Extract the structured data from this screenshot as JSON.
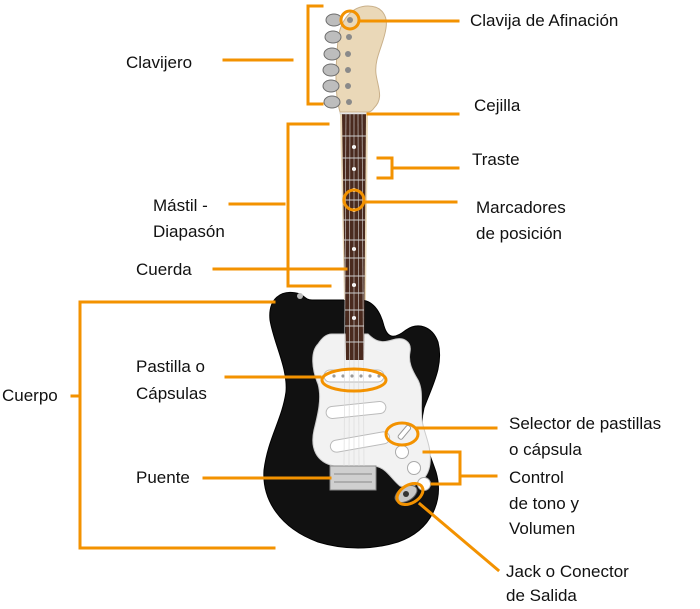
{
  "labels": {
    "clavija": "Clavija de Afinación",
    "clavijero": "Clavijero",
    "cejilla": "Cejilla",
    "traste": "Traste",
    "mastil_l1": "Mástil -",
    "mastil_l2": "Diapasón",
    "marcadores_l1": "Marcadores",
    "marcadores_l2": "de posición",
    "cuerda": "Cuerda",
    "cuerpo": "Cuerpo",
    "pastilla_l1": "Pastilla o",
    "pastilla_l2": "Cápsulas",
    "selector_l1": "Selector de pastillas",
    "selector_l2": "o cápsula",
    "control_l1": "Control",
    "control_l2": "de tono y",
    "control_l3": "Volumen",
    "puente": "Puente",
    "jack_l1": "Jack o Conector",
    "jack_l2": "de Salida"
  },
  "colors": {
    "accent": "#f39200",
    "body": "#111111",
    "pickguard": "#f2f2f2",
    "neck": "#ead8b8",
    "fretboard": "#4a2a1e"
  }
}
